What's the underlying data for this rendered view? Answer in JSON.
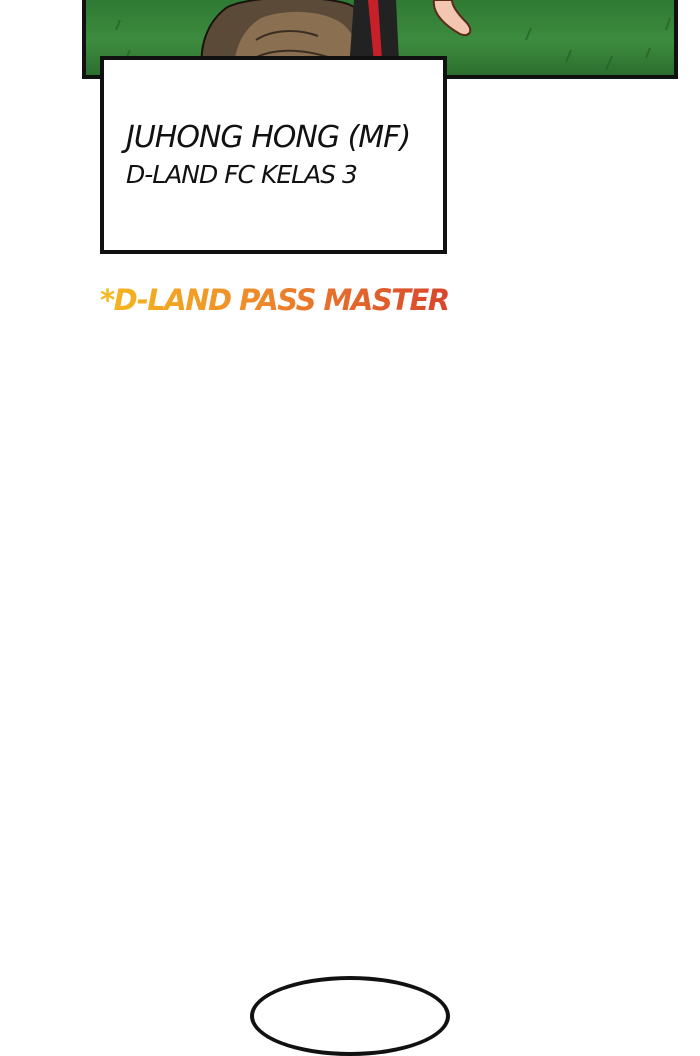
{
  "caption": {
    "name_line": "JUHONG HONG (MF)",
    "team_line": "D-LAND FC KELAS 3"
  },
  "title_tag": {
    "text": "*D-LAND PASS MASTER",
    "gradient_colors": [
      "#f5b81e",
      "#ef8a2a",
      "#d8452c"
    ]
  },
  "colors": {
    "panel_green": "#3d8c3e",
    "border": "#111111",
    "background": "#ffffff"
  }
}
